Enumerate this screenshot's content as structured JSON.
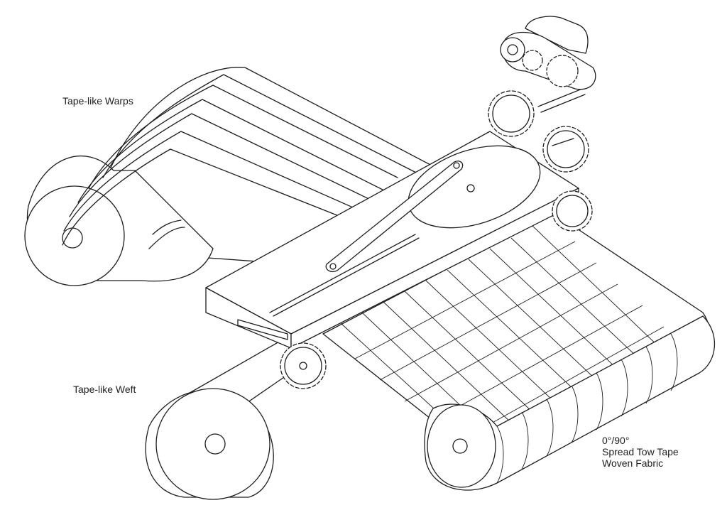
{
  "labels": {
    "warps": "Tape-like Warps",
    "weft": "Tape-like Weft",
    "fabric": {
      "line1": "0°/90°",
      "line2": "Spread Tow Tape",
      "line3": "Woven Fabric"
    }
  },
  "colors": {
    "line": "#1e1e1e",
    "background": "#ffffff"
  }
}
